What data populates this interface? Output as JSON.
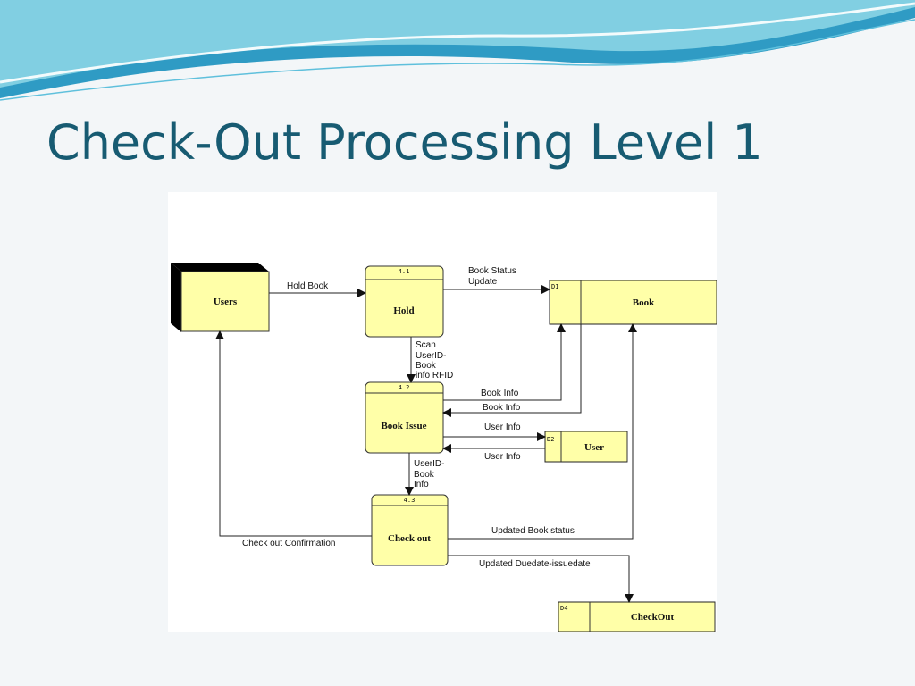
{
  "slide": {
    "title": "Check-Out Processing Level 1",
    "colors": {
      "title": "#175b72",
      "wave_dark": "#2f9bc4",
      "wave_light": "#8fd8e8",
      "node_fill": "#ffffa8",
      "background": "#f3f6f8"
    }
  },
  "diagram": {
    "external_entity": {
      "label": "Users"
    },
    "processes": [
      {
        "id": "4.1",
        "label": "Hold"
      },
      {
        "id": "4.2",
        "label": "Book Issue"
      },
      {
        "id": "4.3",
        "label": "Check out"
      }
    ],
    "data_stores": [
      {
        "id": "D1",
        "label": "Book"
      },
      {
        "id": "D2",
        "label": "User"
      },
      {
        "id": "D4",
        "label": "CheckOut"
      }
    ],
    "flows": {
      "hold_book": "Hold Book",
      "book_status_update": [
        "Book Status",
        "Update"
      ],
      "scan_userid_book_info_rfid": [
        "Scan",
        "UserID-",
        "Book",
        "info RFID"
      ],
      "book_info_to_store": "Book Info",
      "book_info_from_store": "Book Info",
      "user_info_to_store": "User Info",
      "user_info_from_store": "User Info",
      "userid_book_info": [
        "UserID-",
        "Book",
        "Info"
      ],
      "check_out_confirmation": "Check out Confirmation",
      "updated_book_status": "Updated Book status",
      "updated_duedate_issuedate": "Updated Duedate-issuedate"
    }
  }
}
